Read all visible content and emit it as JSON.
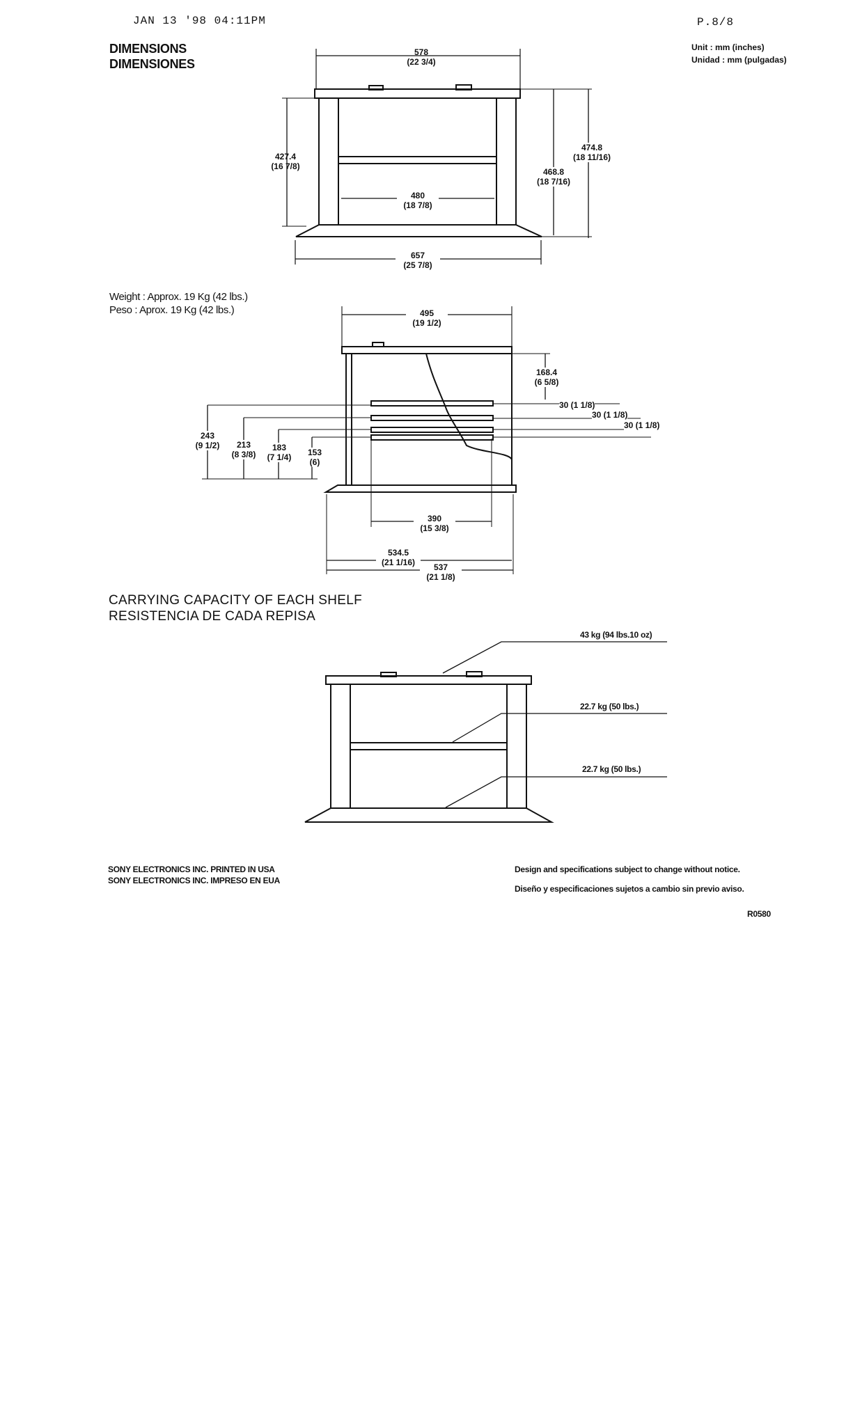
{
  "fax_header": {
    "timestamp": "JAN 13 '98  04:11PM",
    "page": "P.8/8"
  },
  "title": {
    "en": "DIMENSIONS",
    "es": "DIMENSIONES"
  },
  "units": {
    "en": "Unit     : mm (inches)",
    "es": "Unidad : mm (pulgadas)"
  },
  "front_view": {
    "top_width": "578",
    "top_width_in": "(22 3/4)",
    "left_height": "427.4",
    "left_height_in": "(16 7/8)",
    "inner_width": "480",
    "inner_width_in": "(18 7/8)",
    "total_height": "474.8",
    "total_height_in": "(18 11/16)",
    "mid_height": "468.8",
    "mid_height_in": "(18 7/16)",
    "base_width": "657",
    "base_width_in": "(25 7/8)"
  },
  "weight": {
    "en": "Weight : Approx. 19 Kg (42 lbs.)",
    "es": "Peso    : Aprox. 19 Kg (42 lbs.)"
  },
  "side_view": {
    "top_depth": "495",
    "top_depth_in": "(19 1/2)",
    "top_gap": "168.4",
    "top_gap_in": "(6 5/8)",
    "spacing_1": "30 (1 1/8)",
    "spacing_2": "30 (1 1/8)",
    "spacing_3": "30 (1 1/8)",
    "h1": "243",
    "h1_in": "(9 1/2)",
    "h2": "213",
    "h2_in": "(8 3/8)",
    "h3": "183",
    "h3_in": "(7 1/4)",
    "h4": "153",
    "h4_in": "(6)",
    "inner_depth": "390",
    "inner_depth_in": "(15 3/8)",
    "depth_a": "534.5",
    "depth_a_in": "(21 1/16)",
    "depth_b": "537",
    "depth_b_in": "(21 1/8)"
  },
  "capacity": {
    "title_en": "CARRYING CAPACITY OF EACH SHELF",
    "title_es": "RESISTENCIA DE CADA REPISA",
    "top": "43 kg (94 lbs.10 oz)",
    "middle": "22.7 kg (50 lbs.)",
    "bottom": "22.7 kg (50 lbs.)"
  },
  "footer": {
    "company_en": "SONY ELECTRONICS INC.  PRINTED IN USA",
    "company_es": "SONY ELECTRONICS INC.  IMPRESO EN EUA",
    "notice_en": "Design and specifications subject to change without notice.",
    "notice_es": "Diseño y especificaciones  sujetos a cambio  sin previo aviso.",
    "code": "R0580"
  }
}
